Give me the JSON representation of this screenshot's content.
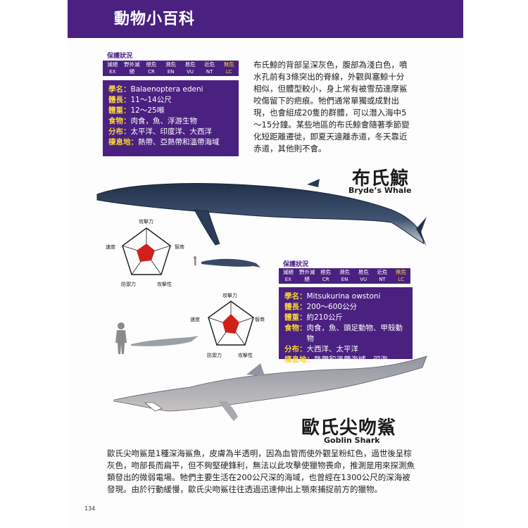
{
  "header": {
    "title": "動物小百科"
  },
  "status_scale": [
    {
      "zh": "滅絕",
      "en": "EX"
    },
    {
      "zh": "野外滅絕",
      "en": "EW"
    },
    {
      "zh": "極危",
      "en": "CR"
    },
    {
      "zh": "瀕危",
      "en": "EN"
    },
    {
      "zh": "易危",
      "en": "VU"
    },
    {
      "zh": "近危",
      "en": "NT"
    },
    {
      "zh": "無危",
      "en": "LC"
    }
  ],
  "whale": {
    "status_label": "保護狀況",
    "info": [
      {
        "key": "學名",
        "val": "Balaenoptera edeni"
      },
      {
        "key": "體長",
        "val": "11～14公尺"
      },
      {
        "key": "體重",
        "val": "12～25噸"
      },
      {
        "key": "食物",
        "val": "肉食，魚、浮游生物"
      },
      {
        "key": "分布",
        "val": "太平洋、印度洋、大西洋"
      },
      {
        "key": "棲息地",
        "val": "熱帶、亞熱帶和溫帶海域"
      }
    ],
    "description": "布氏鯨的背部呈深灰色，腹部為淺白色，噴水孔前有3條突出的脊線，外觀與塞鯨十分相似，但體型較小，身上常有被雪茄達摩鯊咬傷留下的疤痕。牠們通常單獨或成對出現，也會組成20隻的群體，可以潛入海中5～15分鐘。某些地區的布氏鯨會隨著季節變化短距離遷徙，即夏天遠離赤道，冬天靠近赤道，其他則不會。",
    "name_zh": "布氏鯨",
    "name_en": "Bryde’s Whale",
    "radar_labels": [
      "攻擊力",
      "智商",
      "攻擊性",
      "防禦力",
      "速度"
    ]
  },
  "shark": {
    "status_label": "保護狀況",
    "info": [
      {
        "key": "學名",
        "val": "Mitsukurina owstoni"
      },
      {
        "key": "體長",
        "val": "200～600公分"
      },
      {
        "key": "體重",
        "val": "約210公斤"
      },
      {
        "key": "食物",
        "val": "肉食，魚、頭足動物、甲殼動物"
      },
      {
        "key": "分布",
        "val": "大西洋、太平洋"
      },
      {
        "key": "棲息地",
        "val": "熱帶和溫帶海域、深海"
      }
    ],
    "description": "歐氏尖吻鯊是1種深海鯊魚，皮膚為半透明，因為血管而使外觀呈粉紅色，過世後呈棕灰色，吻部長而扁平，但不夠堅硬鋒利，無法以此攻擊使獵物喪命，推測是用來探測魚類發出的微弱電場。牠們主要生活在200公尺深的海域，也曾經在1300公尺的深海被發現。由於行動緩慢，歐氏尖吻鯊往往透過迅速伸出上顎來捕捉前方的獵物。",
    "name_zh": "歐氏尖吻鯊",
    "name_en": "Goblin Shark",
    "radar_labels": [
      "攻擊力",
      "智商",
      "攻擊性",
      "防禦力",
      "速度"
    ]
  },
  "page_number": "134",
  "colors": {
    "brand": "#4a2080",
    "highlight": "#f5d33a",
    "radar_fill": "#d0201a"
  }
}
